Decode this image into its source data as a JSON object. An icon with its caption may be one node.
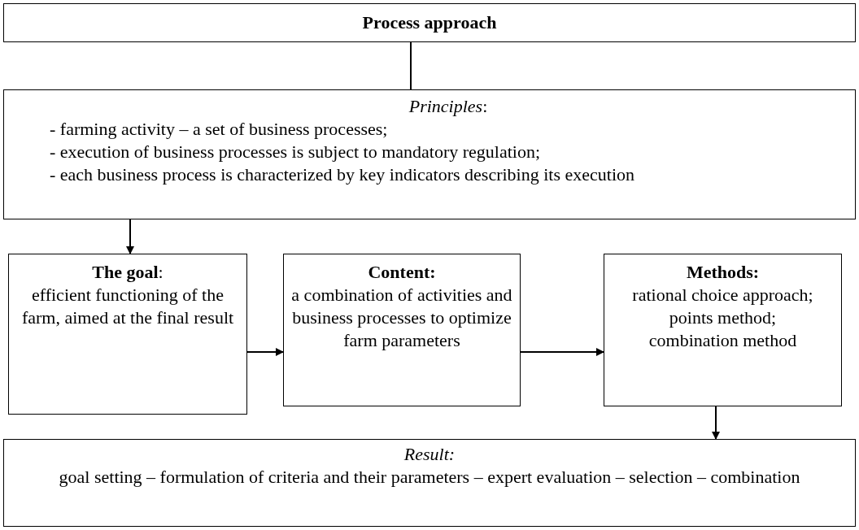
{
  "diagram": {
    "nodes": [
      {
        "text": [
          "Process approach"
        ]
      },
      {
        "text": [
          "*Principles*:",
          "- farming activity – a set of business processes;",
          "- execution of business processes is subject to mandatory regulation;",
          "- each business process is characterized by key indicators describing its execution"
        ]
      },
      {
        "text": [
          "**The goal**:",
          "efficient functioning of the farm, aimed at the final result"
        ]
      },
      {
        "text": [
          "Content:",
          "a combination of activities and business processes to optimize farm parameters"
        ]
      },
      {
        "text": [
          "Methods:",
          "rational choice approach;",
          "points method;",
          "combination method"
        ]
      },
      {
        "text": [
          "Result:",
          "goal setting – formulation of criteria and their parameters – expert evaluation – selection – combination"
        ]
      }
    ],
    "edges": [
      {
        "from": 0,
        "to": 1,
        "arrow": "none"
      },
      {
        "from": 1,
        "to": 2,
        "arrow": "to"
      },
      {
        "from": 2,
        "to": 3,
        "arrow": "to"
      },
      {
        "from": 3,
        "to": 4,
        "arrow": "to"
      },
      {
        "from": 4,
        "to": 5,
        "arrow": "to"
      }
    ]
  }
}
